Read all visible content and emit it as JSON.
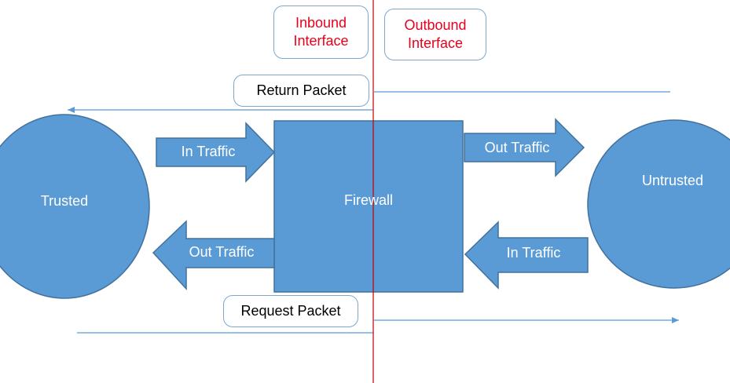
{
  "colors": {
    "shape_fill": "#5b9bd5",
    "shape_border": "#41719c",
    "interface_line": "#c00000",
    "flow_line": "#5b9bd5",
    "interface_text": "#e8001c"
  },
  "interfaces": {
    "inbound_line1": "Inbound",
    "inbound_line2": "Interface",
    "outbound_line1": "Outbound",
    "outbound_line2": "Interface"
  },
  "packets": {
    "return": "Return Packet",
    "request": "Request Packet"
  },
  "nodes": {
    "trusted": "Trusted",
    "firewall": "Firewall",
    "untrusted": "Untrusted"
  },
  "arrows": {
    "left_top": "In Traffic",
    "left_bottom": "Out Traffic",
    "right_top": "Out Traffic",
    "right_bottom": "In Traffic"
  },
  "icons": {
    "arrow_right": "arrow-right-icon",
    "arrow_left": "arrow-left-icon"
  }
}
